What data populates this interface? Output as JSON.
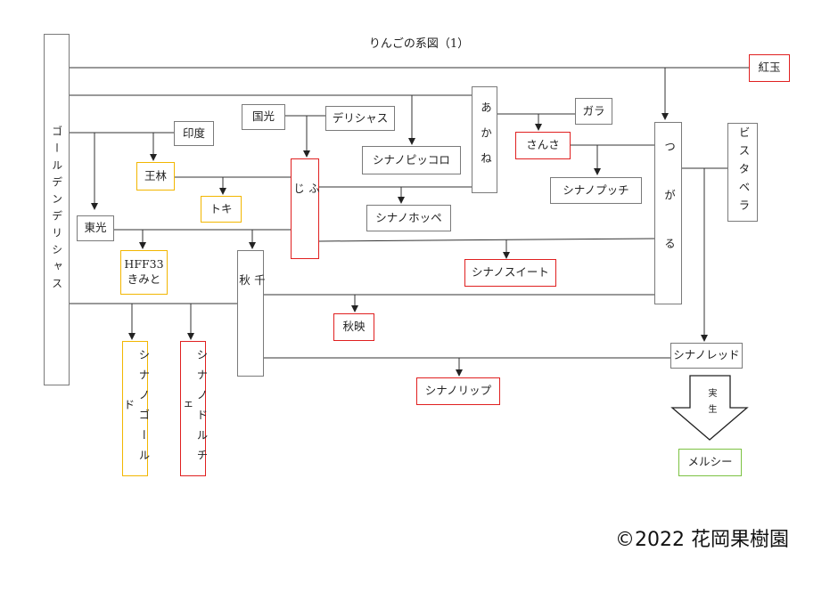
{
  "title": "りんごの系図（1）",
  "copyright": "©2022 花岡果樹園",
  "arrow_label": "実生",
  "nodes": {
    "golden_delicious": "ゴールデンデリシャス",
    "kogyoku": "紅玉",
    "indo": "印度",
    "kokko": "国光",
    "delicious": "デリシャス",
    "ourin": "王林",
    "toki": "トキ",
    "fuji": "ふじ",
    "akane": "あかね",
    "gala": "ガラ",
    "sansa": "さんさ",
    "tsugaru": "つがる",
    "bistabella": "ビスタベラ",
    "shinano_piccolo": "シナノピッコロ",
    "shinano_hoppe": "シナノホッペ",
    "shinano_puchi": "シナノプッチ",
    "touko": "東光",
    "hff33": "HFF33",
    "kimito": "きみと",
    "senshu": "千秋",
    "shinano_sweet": "シナノスイート",
    "shuei": "秋映",
    "shinano_red": "シナノレッド",
    "shinano_gold": "シナノゴールド",
    "shinano_dolce": "シナノドルチェ",
    "shinano_lip": "シナノリップ",
    "merci": "メルシー"
  },
  "colors": {
    "red_border": "#e02020",
    "yellow_border": "#f2b600",
    "green_border": "#7cc242",
    "gray_border": "#7a7a7a"
  }
}
